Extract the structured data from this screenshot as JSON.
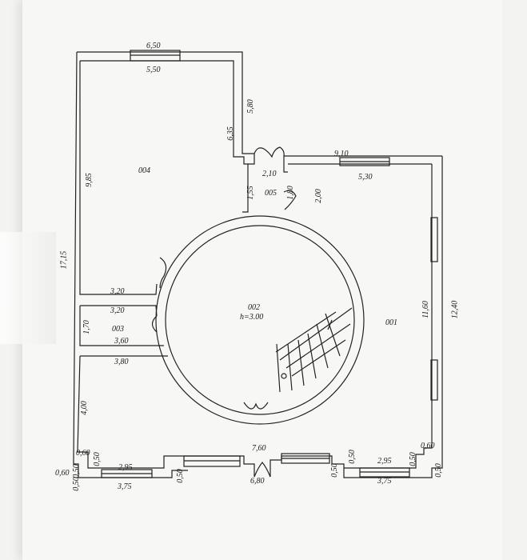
{
  "plan": {
    "rooms": [
      {
        "id": "004",
        "label": "004"
      },
      {
        "id": "005",
        "label": "005"
      },
      {
        "id": "003",
        "label": "003"
      },
      {
        "id": "002",
        "label": "002",
        "height": "h=3.00"
      },
      {
        "id": "001",
        "label": "001"
      }
    ],
    "dimensions": {
      "top_outer_004": "6,50",
      "top_inner_004": "5,50",
      "right_outer_004": "5,80",
      "right_inner_004": "6,35",
      "left_inner_004": "9,85",
      "left_outer_total": "17,15",
      "bottom_004": "3,20",
      "top_003": "3,20",
      "side_003": "1,70",
      "bottom_003": "3,60",
      "top_sw_room": "3,80",
      "side_sw_room": "4,00",
      "vestibule_width": "2,10",
      "vestibule_left": "1,55",
      "vestibule_right": "1,80",
      "vestibule_door": "2,00",
      "top_outer_001": "9,10",
      "top_inner_001": "5,30",
      "right_inner_001": "11,60",
      "right_outer_001": "12,40",
      "bottom_front_outer": "7,60",
      "bottom_front_inner": "6,80",
      "bay_left_inner": "2,95",
      "bay_left_outer": "3,75",
      "bay_right_inner": "2,95",
      "bay_right_outer": "3,75",
      "step_060_left_a": "0,60",
      "step_050_left_a": "0,50",
      "step_060_left_b": "0,60",
      "step_050_left_b": "0,50",
      "step_050_left_c": "0,50",
      "step_050_left_d": "0,50",
      "step_050_right_a": "0,50",
      "step_050_right_b": "0,50",
      "step_050_right_c": "0,50",
      "step_060_right": "0,60",
      "step_050_right_d": "0,50"
    }
  }
}
